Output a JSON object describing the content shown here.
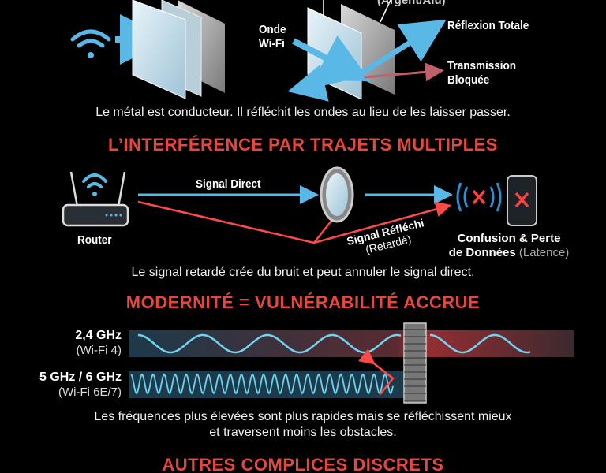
{
  "section_reflection": {
    "label_wave": "Onde Wi-Fi",
    "label_wave_line1": "Onde",
    "label_wave_line2": "Wi-Fi",
    "label_metal": "(Argent/Alu)",
    "label_reflection": "Réflexion Totale",
    "label_blocked_line1": "Transmission",
    "label_blocked_line2": "Bloquée",
    "caption": "Le métal est conducteur. Il réfléchit les ondes au lieu de les laisser passer."
  },
  "section_multipath": {
    "heading": "L’INTERFÉRENCE PAR TRAJETS MULTIPLES",
    "router_label": "Router",
    "direct_label": "Signal Direct",
    "reflected_line1": "Signal Réfléchi",
    "reflected_line2": "(Retardé)",
    "result_line1": "Confusion & Perte",
    "result_line2_main": "de Données",
    "result_line2_extra": "(Latence)",
    "caption": "Le signal retardé crée du bruit et peut annuler le signal direct."
  },
  "section_frequency": {
    "heading": "MODERNITÉ = VULNÉRABILITÉ ACCRUE",
    "band1_freq": "2,4 GHz",
    "band1_std": "(Wi-Fi 4)",
    "band2_freq": "5 GHz / 6 GHz",
    "band2_std": "(Wi-Fi 6E/7)",
    "caption_line1": "Les fréquences plus élevées sont plus rapides mais se réfléchissent mieux",
    "caption_line2": "et traversent moins les obstacles."
  },
  "section_next": {
    "heading": "AUTRES COMPLICES DISCRETS"
  },
  "colors": {
    "accent_red": "#e5473d",
    "wave_blue": "#5ab8e6",
    "signal_red": "#ff3b3b"
  },
  "icons": [
    "wifi-icon",
    "glass-pane-icon",
    "router-icon",
    "mirror-icon",
    "phone-icon",
    "brick-wall-icon"
  ]
}
